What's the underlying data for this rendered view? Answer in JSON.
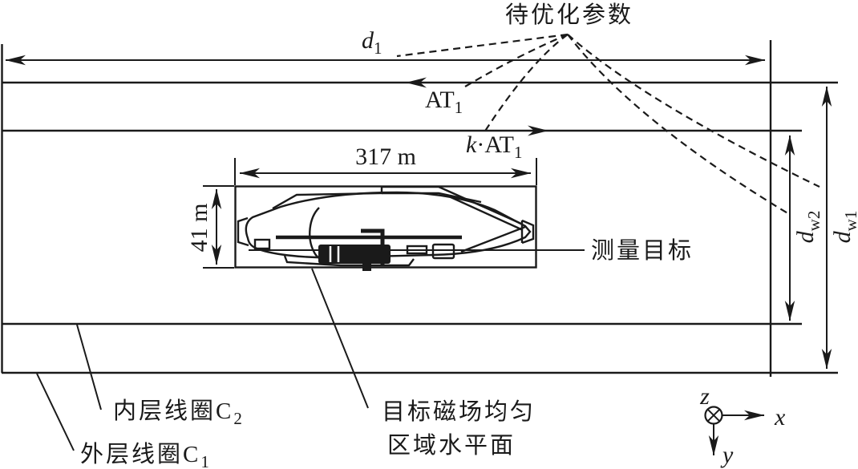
{
  "figure": {
    "optimize_label": "待优化参数",
    "dim_d1": {
      "base": "d",
      "sub": "1"
    },
    "dim_dw2": {
      "base": "d",
      "sub": "w2"
    },
    "dim_dw1": {
      "base": "d",
      "sub": "w1"
    },
    "dim_length": "317 m",
    "dim_width": "41 m",
    "current_at1": {
      "base": "AT",
      "sub": "1"
    },
    "current_kat1": {
      "factor": "k",
      "mid": "·AT",
      "sub": "1"
    },
    "target_label": "测量目标",
    "inner_coil": {
      "base": "内层线圈C",
      "sub": "2"
    },
    "outer_coil": {
      "base": "外层线圈C",
      "sub": "1"
    },
    "region_line1": "目标磁场均匀",
    "region_line2": "区域水平面",
    "axis_x": "x",
    "axis_y": "y",
    "axis_z": "z"
  },
  "colors": {
    "ink": "#1a1a1a",
    "background": "#ffffff"
  }
}
